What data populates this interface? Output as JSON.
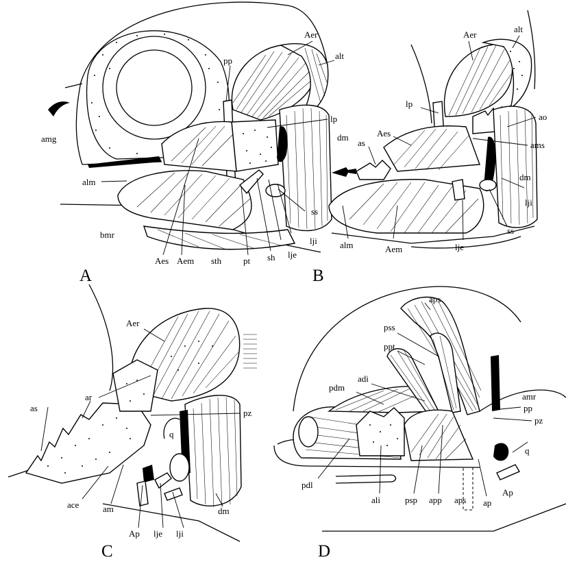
{
  "panels": {
    "A": {
      "letter": "A",
      "labels": {
        "pp": "pp",
        "Aer": "Aer",
        "alt": "alt",
        "lp": "lp",
        "dm": "dm",
        "amg": "amg",
        "alm": "alm",
        "bmr": "bmr",
        "Aes": "Aes",
        "Aem": "Aem",
        "sth": "sth",
        "pt": "pt",
        "sh": "sh",
        "lje": "lje",
        "lji": "lji",
        "ss": "ss"
      }
    },
    "B": {
      "letter": "B",
      "labels": {
        "Aer": "Aer",
        "alt": "alt",
        "lp": "lp",
        "ao": "ao",
        "Aes": "Aes",
        "as": "as",
        "ams": "ams",
        "dm": "dm",
        "lji": "lji",
        "alm": "alm",
        "Aem": "Aem",
        "lje": "lje",
        "ss": "ss"
      }
    },
    "C": {
      "letter": "C",
      "labels": {
        "Aer": "Aer",
        "ar": "ar",
        "pz": "pz",
        "as": "as",
        "q": "q",
        "ace": "ace",
        "am": "am",
        "Ap": "Ap",
        "lje": "lje",
        "lji": "lji",
        "dm": "dm"
      }
    },
    "D": {
      "letter": "D",
      "labels": {
        "aps_top": "aps",
        "pss": "pss",
        "ppt": "ppt",
        "adi": "adi",
        "amr": "amr",
        "pdm": "pdm",
        "pp": "pp",
        "pz": "pz",
        "q": "q",
        "pdl": "pdl",
        "ali": "ali",
        "psp": "psp",
        "app": "app",
        "aps_bottom": "aps",
        "ap": "ap",
        "Ap": "Ap"
      }
    }
  }
}
